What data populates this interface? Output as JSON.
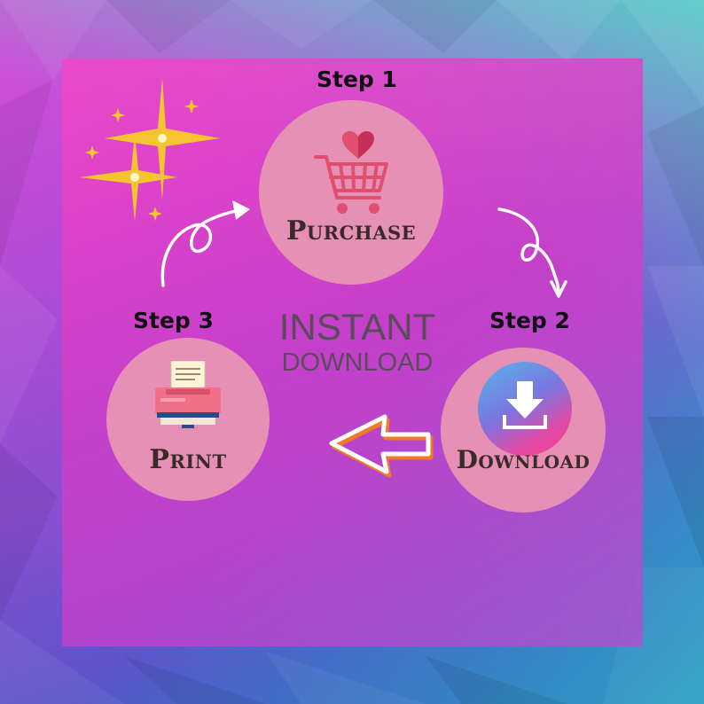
{
  "steps": {
    "step1": {
      "label": "Step 1",
      "action": "Purchase"
    },
    "step2": {
      "label": "Step 2",
      "action": "Download"
    },
    "step3": {
      "label": "Step 3",
      "action": "Print"
    }
  },
  "center": {
    "line1": "INSTANT",
    "line2": "DOWNLOAD"
  },
  "icons": {
    "purchase": "shopping-cart-icon",
    "heart": "heart-icon",
    "download": "download-icon",
    "print": "printer-icon",
    "sparkles": "sparkle-icon"
  },
  "colors": {
    "circle": "#e790b6",
    "panel": "#e24fcc",
    "step_text": "#111111",
    "cart": "#e0506e",
    "arrow_orange": "#f07a28",
    "sparkle": "#f5c531"
  }
}
